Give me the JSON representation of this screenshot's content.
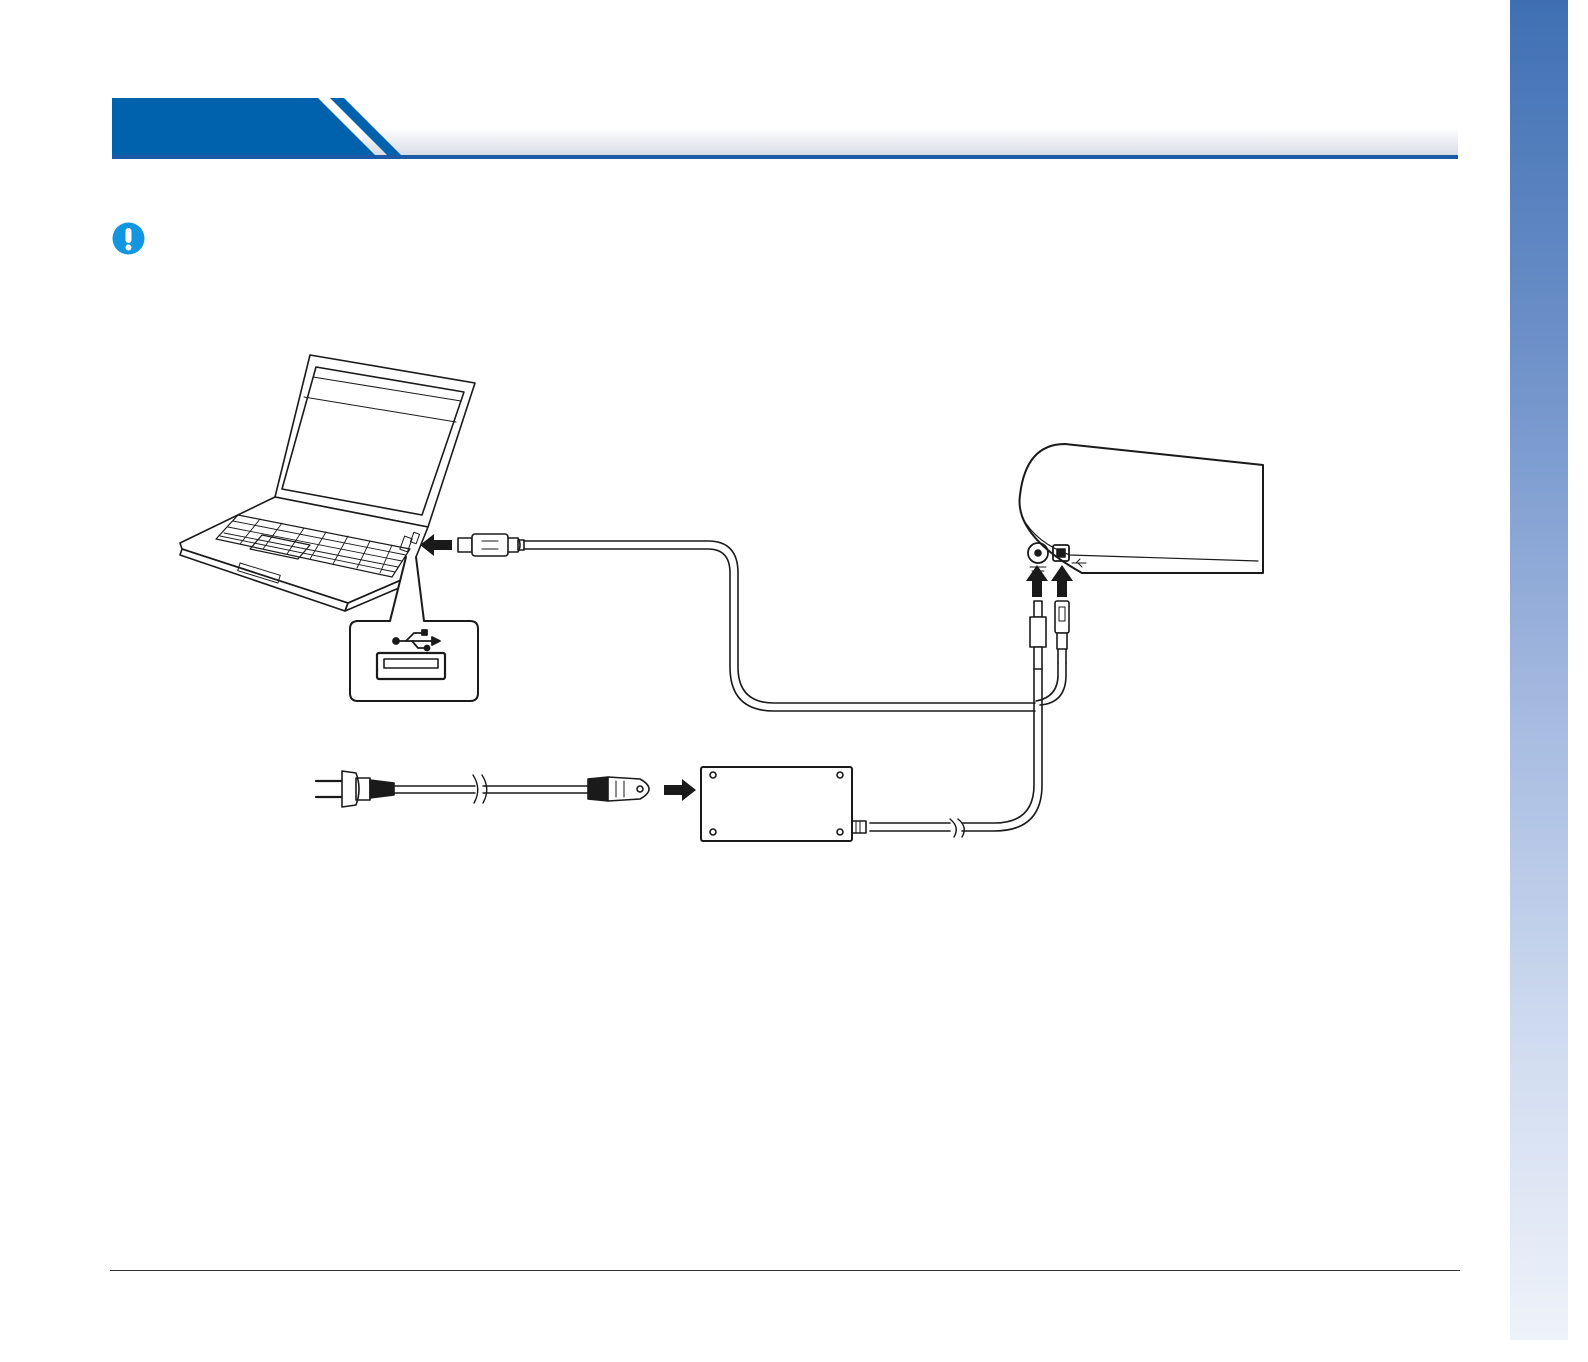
{
  "page": {
    "header": {
      "band_color": "#0061ac",
      "rule_color": "#1c5aa6"
    },
    "notice": {
      "icon": "exclamation-icon",
      "color": "#1296e0"
    },
    "diagram": {
      "components": [
        "laptop",
        "usb-port",
        "usb-cable",
        "scanner",
        "ac-plug",
        "power-cord",
        "ac-adapter",
        "dc-cable"
      ],
      "arrow_icons": [
        "arrow-left-icon",
        "arrow-right-icon",
        "arrow-up-icon"
      ]
    },
    "side_tab": {
      "gradient_top": "#3f70b3",
      "gradient_bottom": "#eef2fa"
    }
  }
}
